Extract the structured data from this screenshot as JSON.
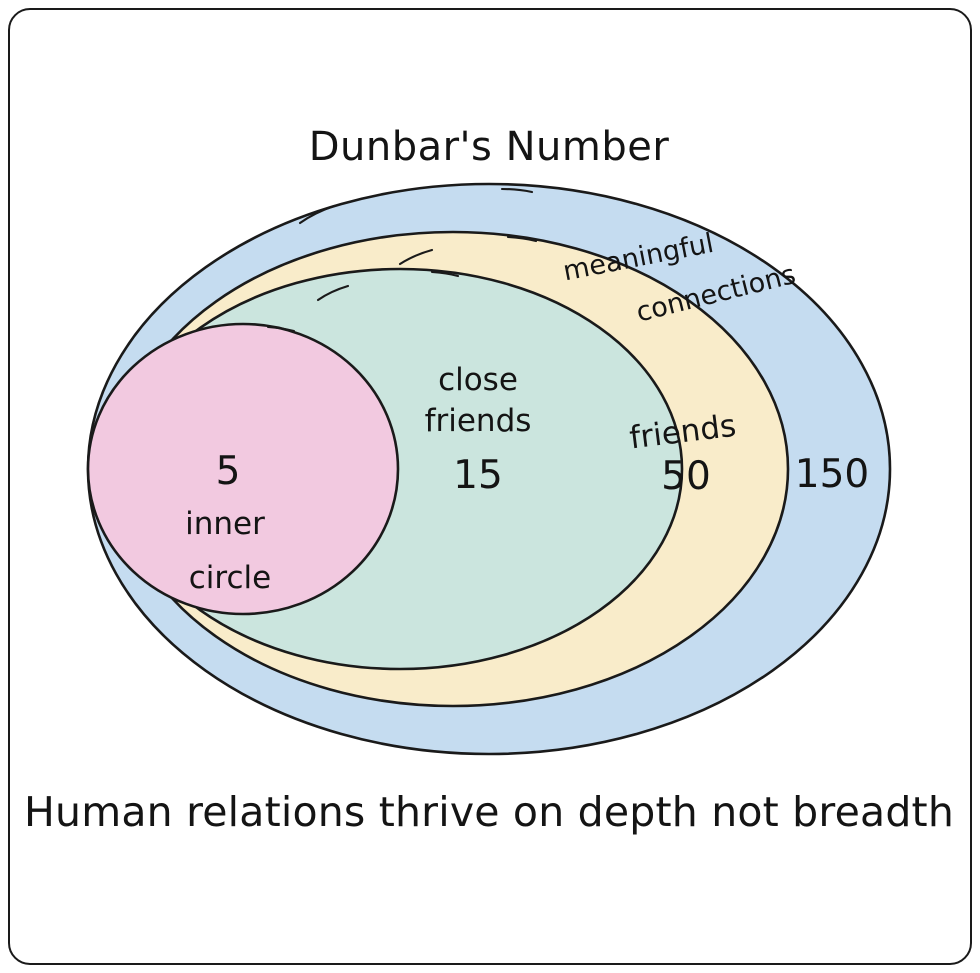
{
  "title": "Dunbar's Number",
  "caption": "Human relations thrive on depth not breadth",
  "frame": {
    "border_color": "#1a1a1a",
    "background": "#ffffff"
  },
  "chart_data": {
    "type": "diagram",
    "subtype": "nested-ellipses",
    "title": "Dunbar's Number",
    "caption": "Human relations thrive on depth not breadth",
    "categories": [
      "inner circle",
      "close friends",
      "friends",
      "meaningful connections"
    ],
    "values": [
      5,
      15,
      50,
      150
    ],
    "colors": [
      "#f2c9e0",
      "#cbe5de",
      "#f9ecca",
      "#c5dcf0"
    ],
    "nesting": "left-tangent concentric, largest behind",
    "legend": "none"
  },
  "layers": {
    "outer": {
      "value": "150",
      "label_line1": "meaningful",
      "label_line2": "connections",
      "fill": "#c5dcf0"
    },
    "friends": {
      "value": "50",
      "label": "friends",
      "fill": "#f9ecca"
    },
    "close": {
      "value": "15",
      "label_line1": "close",
      "label_line2": "friends",
      "fill": "#cbe5de"
    },
    "inner": {
      "value": "5",
      "label_line1": "inner",
      "label_line2": "circle",
      "fill": "#f2c9e0"
    }
  }
}
